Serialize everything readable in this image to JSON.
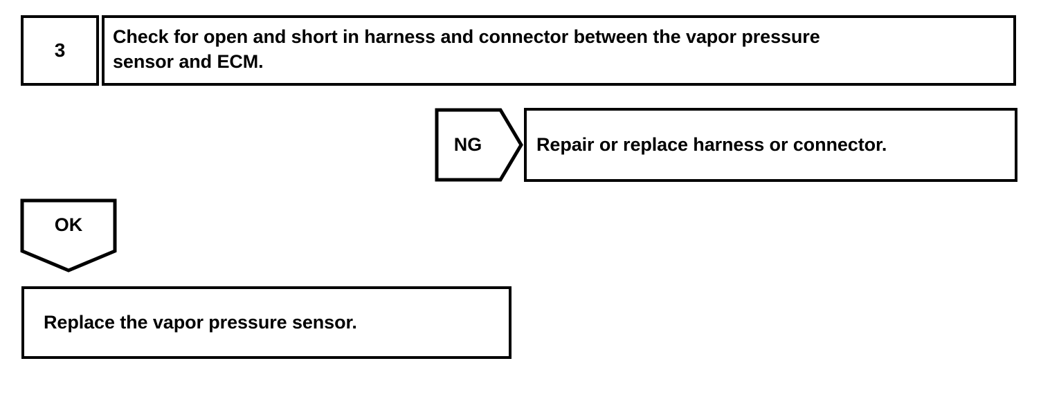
{
  "document": {
    "type": "diagnostic-flowchart",
    "title": "Vapor pressure sensor diagnostic step 3"
  },
  "step": {
    "number": "3",
    "instruction_line1": "Check for open and short in harness and connector between the vapor pressure",
    "instruction_line2": "sensor and ECM."
  },
  "branches": {
    "ng": {
      "label": "NG",
      "result": "Repair or replace harness or connector."
    },
    "ok": {
      "label": "OK",
      "result": "Replace the vapor pressure sensor."
    }
  },
  "style": {
    "ink": "#000000",
    "paper": "#ffffff"
  }
}
